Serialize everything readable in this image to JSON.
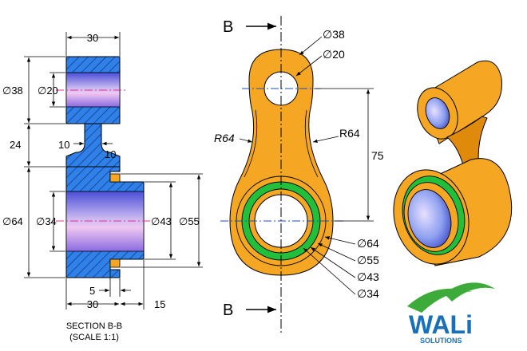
{
  "section_view": {
    "dims": {
      "top_width": "30",
      "bore_outer": "∅38",
      "bore_inner": "∅20",
      "web_height": "24",
      "web_gap": "10",
      "web_thick": "10",
      "hub_outer": "∅64",
      "hub_inner": "∅34",
      "step_inner": "∅43",
      "step_outer": "∅55",
      "bottom_step": "5",
      "bottom_width": "30",
      "bottom_ext": "15"
    },
    "caption_line1": "SECTION B-B",
    "caption_line2": "(SCALE 1:1)"
  },
  "front_view": {
    "section_label_top": "B",
    "section_label_bottom": "B",
    "dims": {
      "top_outer": "∅38",
      "top_inner": "∅20",
      "radius_left": "R64",
      "radius_right": "R64",
      "center_distance": "75",
      "ring_64": "∅64",
      "ring_55": "∅55",
      "ring_43": "∅43",
      "ring_34": "∅34"
    }
  },
  "logo": {
    "word": "WALi",
    "sub": "SOLUTIONS"
  },
  "colors": {
    "section_fill": "#2f80e8",
    "part_orange": "#f5a623",
    "ring_green": "#22c03a",
    "logo_blue": "#1a6fb5",
    "logo_green": "#3cab3a"
  }
}
